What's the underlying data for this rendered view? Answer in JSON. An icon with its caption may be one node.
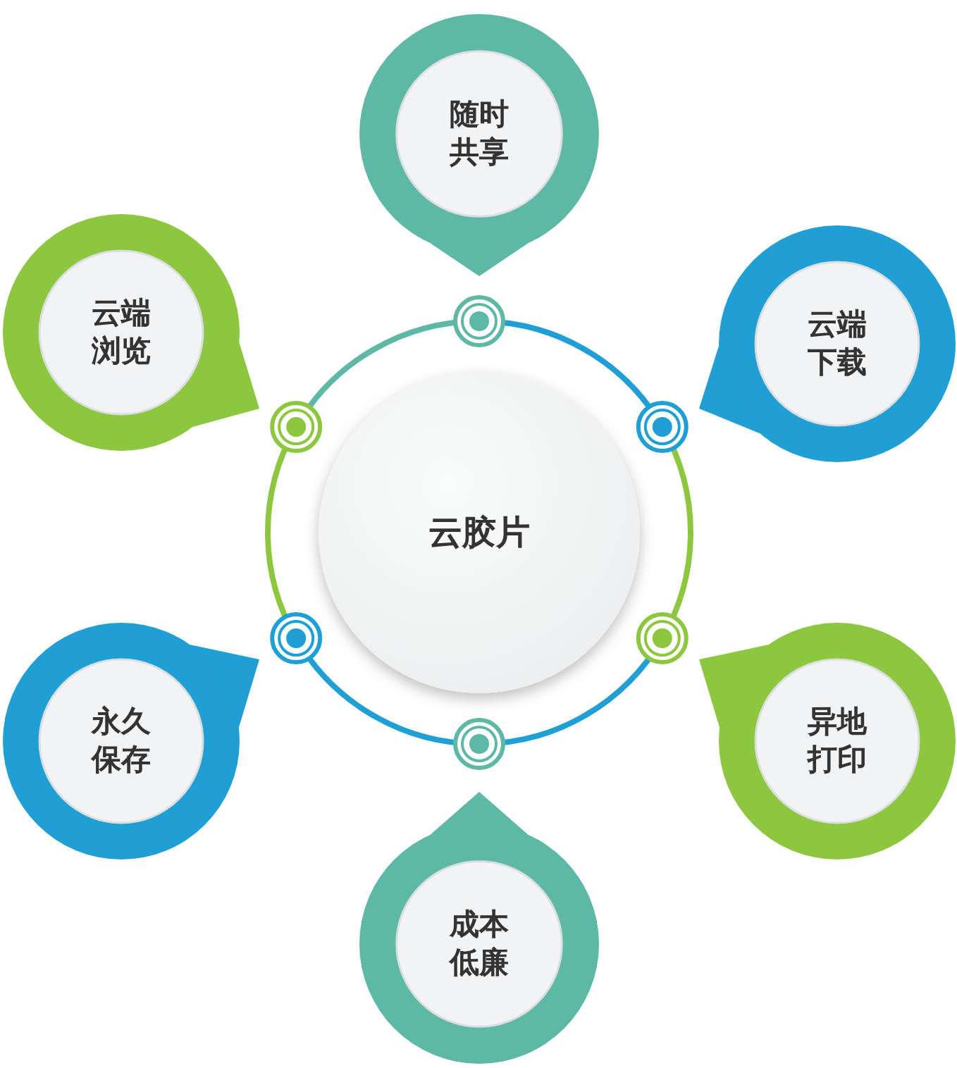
{
  "diagram": {
    "nodes": [
      {
        "text": [
          "随时共享"
        ]
      },
      {
        "text": [
          "云端浏览"
        ]
      },
      {
        "text": [
          "云端下载"
        ]
      },
      {
        "text": [
          "云胶片"
        ]
      },
      {
        "text": [
          "永久保存"
        ]
      },
      {
        "text": [
          "异地打印"
        ]
      },
      {
        "text": [
          "成本低廉"
        ]
      }
    ]
  }
}
